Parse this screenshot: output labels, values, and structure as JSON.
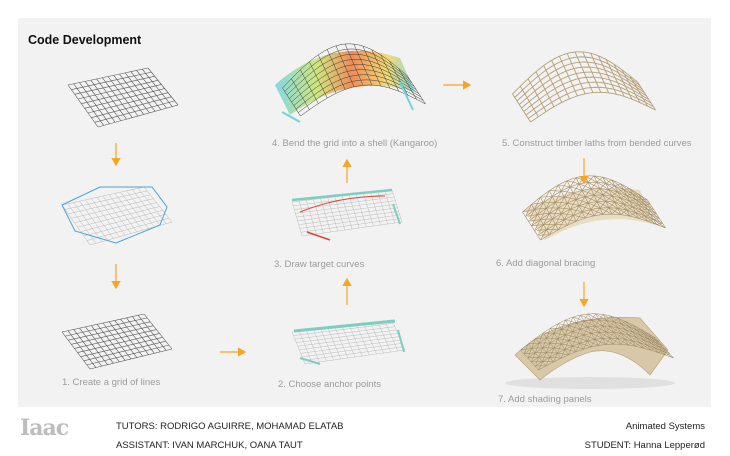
{
  "title": "Code Development",
  "steps": [
    {
      "label": "1. Create a grid of lines"
    },
    {
      "label": "2. Choose anchor points"
    },
    {
      "label": "3. Draw target curves"
    },
    {
      "label": "4. Bend the grid into a shell (Kangaroo)"
    },
    {
      "label": "5. Construct timber laths from bended curves"
    },
    {
      "label": "6. Add diagonal bracing"
    },
    {
      "label": "7. Add shading panels"
    }
  ],
  "footer": {
    "logo": "Iaac",
    "tutors": "TUTORS: RODRIGO AGUIRRE, MOHAMAD ELATAB",
    "assistant": "ASSISTANT: IVAN MARCHUK, OANA TAUT",
    "course": "Animated Systems",
    "student": "STUDENT: Hanna Lepperød"
  },
  "colors": {
    "arrow": "#f5a623",
    "grid": "#555555",
    "anchor": "#7ccfc0",
    "curve": "#d9473a",
    "outline": "#4aa3d6",
    "timber": "#c8b591"
  }
}
